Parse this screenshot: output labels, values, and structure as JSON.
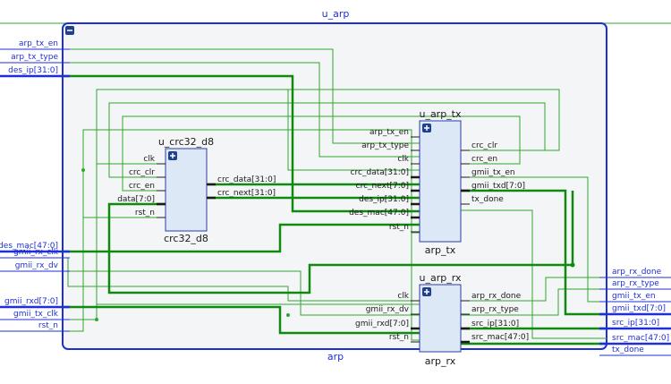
{
  "top": {
    "instance": "u_arp",
    "module": "arp"
  },
  "crc": {
    "instance": "u_crc32_d8",
    "module": "crc32_d8",
    "inputs": [
      "clk",
      "crc_clr",
      "crc_en",
      "data[7:0]",
      "rst_n"
    ],
    "outputs": [
      "crc_data[31:0]",
      "crc_next[31:0]"
    ]
  },
  "tx": {
    "instance": "u_arp_tx",
    "module": "arp_tx",
    "inputs": [
      "arp_tx_en",
      "arp_tx_type",
      "clk",
      "crc_data[31:0]",
      "crc_next[7:0]",
      "des_ip[31:0]",
      "des_mac[47:0]",
      "rst_n"
    ],
    "outputs": [
      "crc_clr",
      "crc_en",
      "gmii_tx_en",
      "gmii_txd[7:0]",
      "tx_done"
    ]
  },
  "rx": {
    "instance": "u_arp_rx",
    "module": "arp_rx",
    "inputs": [
      "clk",
      "gmii_rx_dv",
      "gmii_rxd[7:0]",
      "rst_n"
    ],
    "outputs": [
      "arp_rx_done",
      "arp_rx_type",
      "src_ip[31:0]",
      "src_mac[47:0]"
    ]
  },
  "left_ports": [
    "arp_tx_en",
    "arp_tx_type",
    "des_ip[31:0]",
    "des_mac[47:0]",
    "gmii_rx_clk",
    "gmii_rx_dv",
    "gmii_rxd[7:0]",
    "gmii_tx_clk",
    "rst_n"
  ],
  "right_ports": [
    "arp_rx_done",
    "arp_rx_type",
    "gmii_tx_en",
    "gmii_txd[7:0]",
    "src_ip[31:0]",
    "src_mac[47:0]",
    "tx_done"
  ],
  "colors": {
    "wire": "#2fa72f",
    "bus": "#0f8a0f",
    "frame": "#1f2fd6",
    "block_fill": "#dde8f6",
    "block_border": "#2a3da8",
    "background": "#f4f5f6"
  },
  "icons": {
    "collapse": "minus-box-icon",
    "expand": "plus-box-icon"
  }
}
